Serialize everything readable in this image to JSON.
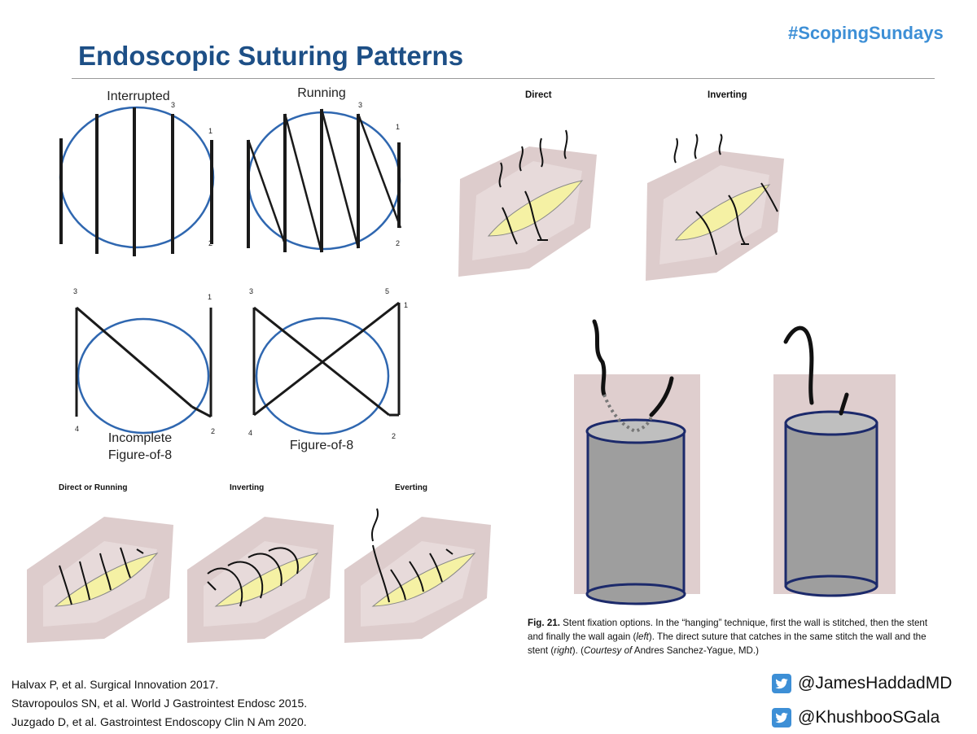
{
  "header": {
    "hashtag": "#ScopingSundays",
    "title": "Endoscopic Suturing Patterns"
  },
  "patterns": {
    "interrupted": {
      "label": "Interrupted",
      "n3": "3",
      "n1": "1",
      "n2": "2"
    },
    "running": {
      "label": "Running",
      "n3": "3",
      "n1": "1",
      "n2": "2"
    },
    "incomplete": {
      "label_line1": "Incomplete",
      "label_line2": "Figure-of-8",
      "n3": "3",
      "n1": "1",
      "n4": "4",
      "n2": "2"
    },
    "figure8": {
      "label": "Figure-of-8",
      "n3": "3",
      "n5": "5",
      "n1": "1",
      "n4": "4",
      "n2": "2"
    }
  },
  "closures_top": {
    "direct": "Direct",
    "inverting": "Inverting"
  },
  "closures_bottom": {
    "direct_running": "Direct or Running",
    "inverting": "Inverting",
    "everting": "Everting"
  },
  "figure_caption": {
    "label": "Fig. 21.",
    "text_a": " Stent fixation options. In the “hanging” technique, first the wall is stitched, then the stent and finally the wall again (",
    "em_left": "left",
    "text_b": "). The direct suture that catches in the same stitch the wall and the stent (",
    "em_right": "right",
    "text_c": "). (",
    "em_courtesy": "Courtesy of",
    "text_d": " Andres Sanchez-Yague, MD.)"
  },
  "references": [
    "Halvax P, et al.  Surgical Innovation 2017.",
    "Stavropoulos SN, et al. World J Gastrointest Endosc 2015.",
    "Juzgado D, et al. Gastrointest Endoscopy Clin N Am 2020."
  ],
  "twitter": {
    "handle1": "@JamesHaddadMD",
    "handle2": "@KhushbooSGala",
    "icon": "twitter-bird-icon"
  },
  "colors": {
    "title": "#1d4f86",
    "hashtag": "#3d8fd6",
    "ring": "#2f67b0",
    "tissue": "#d9c6c6",
    "defect": "#f5f1a4"
  }
}
